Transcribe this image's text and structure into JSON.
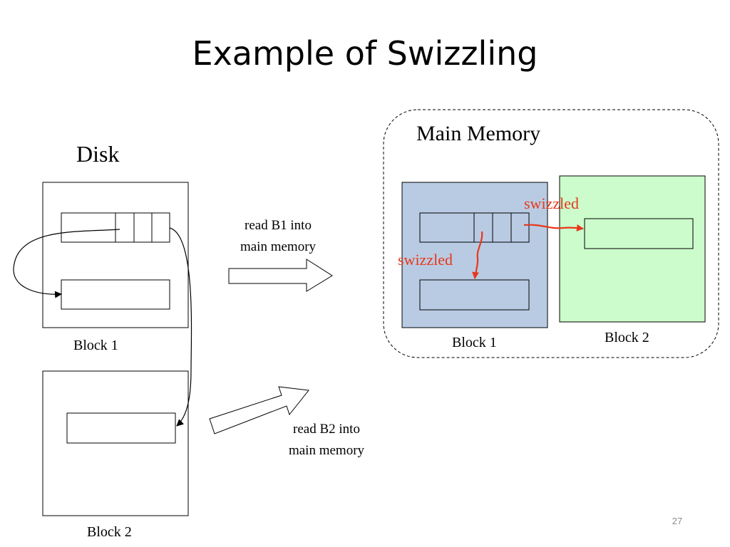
{
  "title": "Example of Swizzling",
  "disk": {
    "label": "Disk",
    "block1_label": "Block 1",
    "block2_label": "Block 2"
  },
  "transfers": {
    "read_b1": "read  B1 into\nmain memory",
    "read_b2": "read  B2 into\nmain memory"
  },
  "memory": {
    "label": "Main Memory",
    "block1_label": "Block 1",
    "block2_label": "Block 2",
    "swizzled_top": "swizzled",
    "swizzled_left": "swizzled"
  },
  "colors": {
    "memory_block1_fill": "#b9cbe3",
    "memory_block2_fill": "#ccfccc",
    "swizzle_arrow": "#e8371a"
  },
  "page_number": "27"
}
